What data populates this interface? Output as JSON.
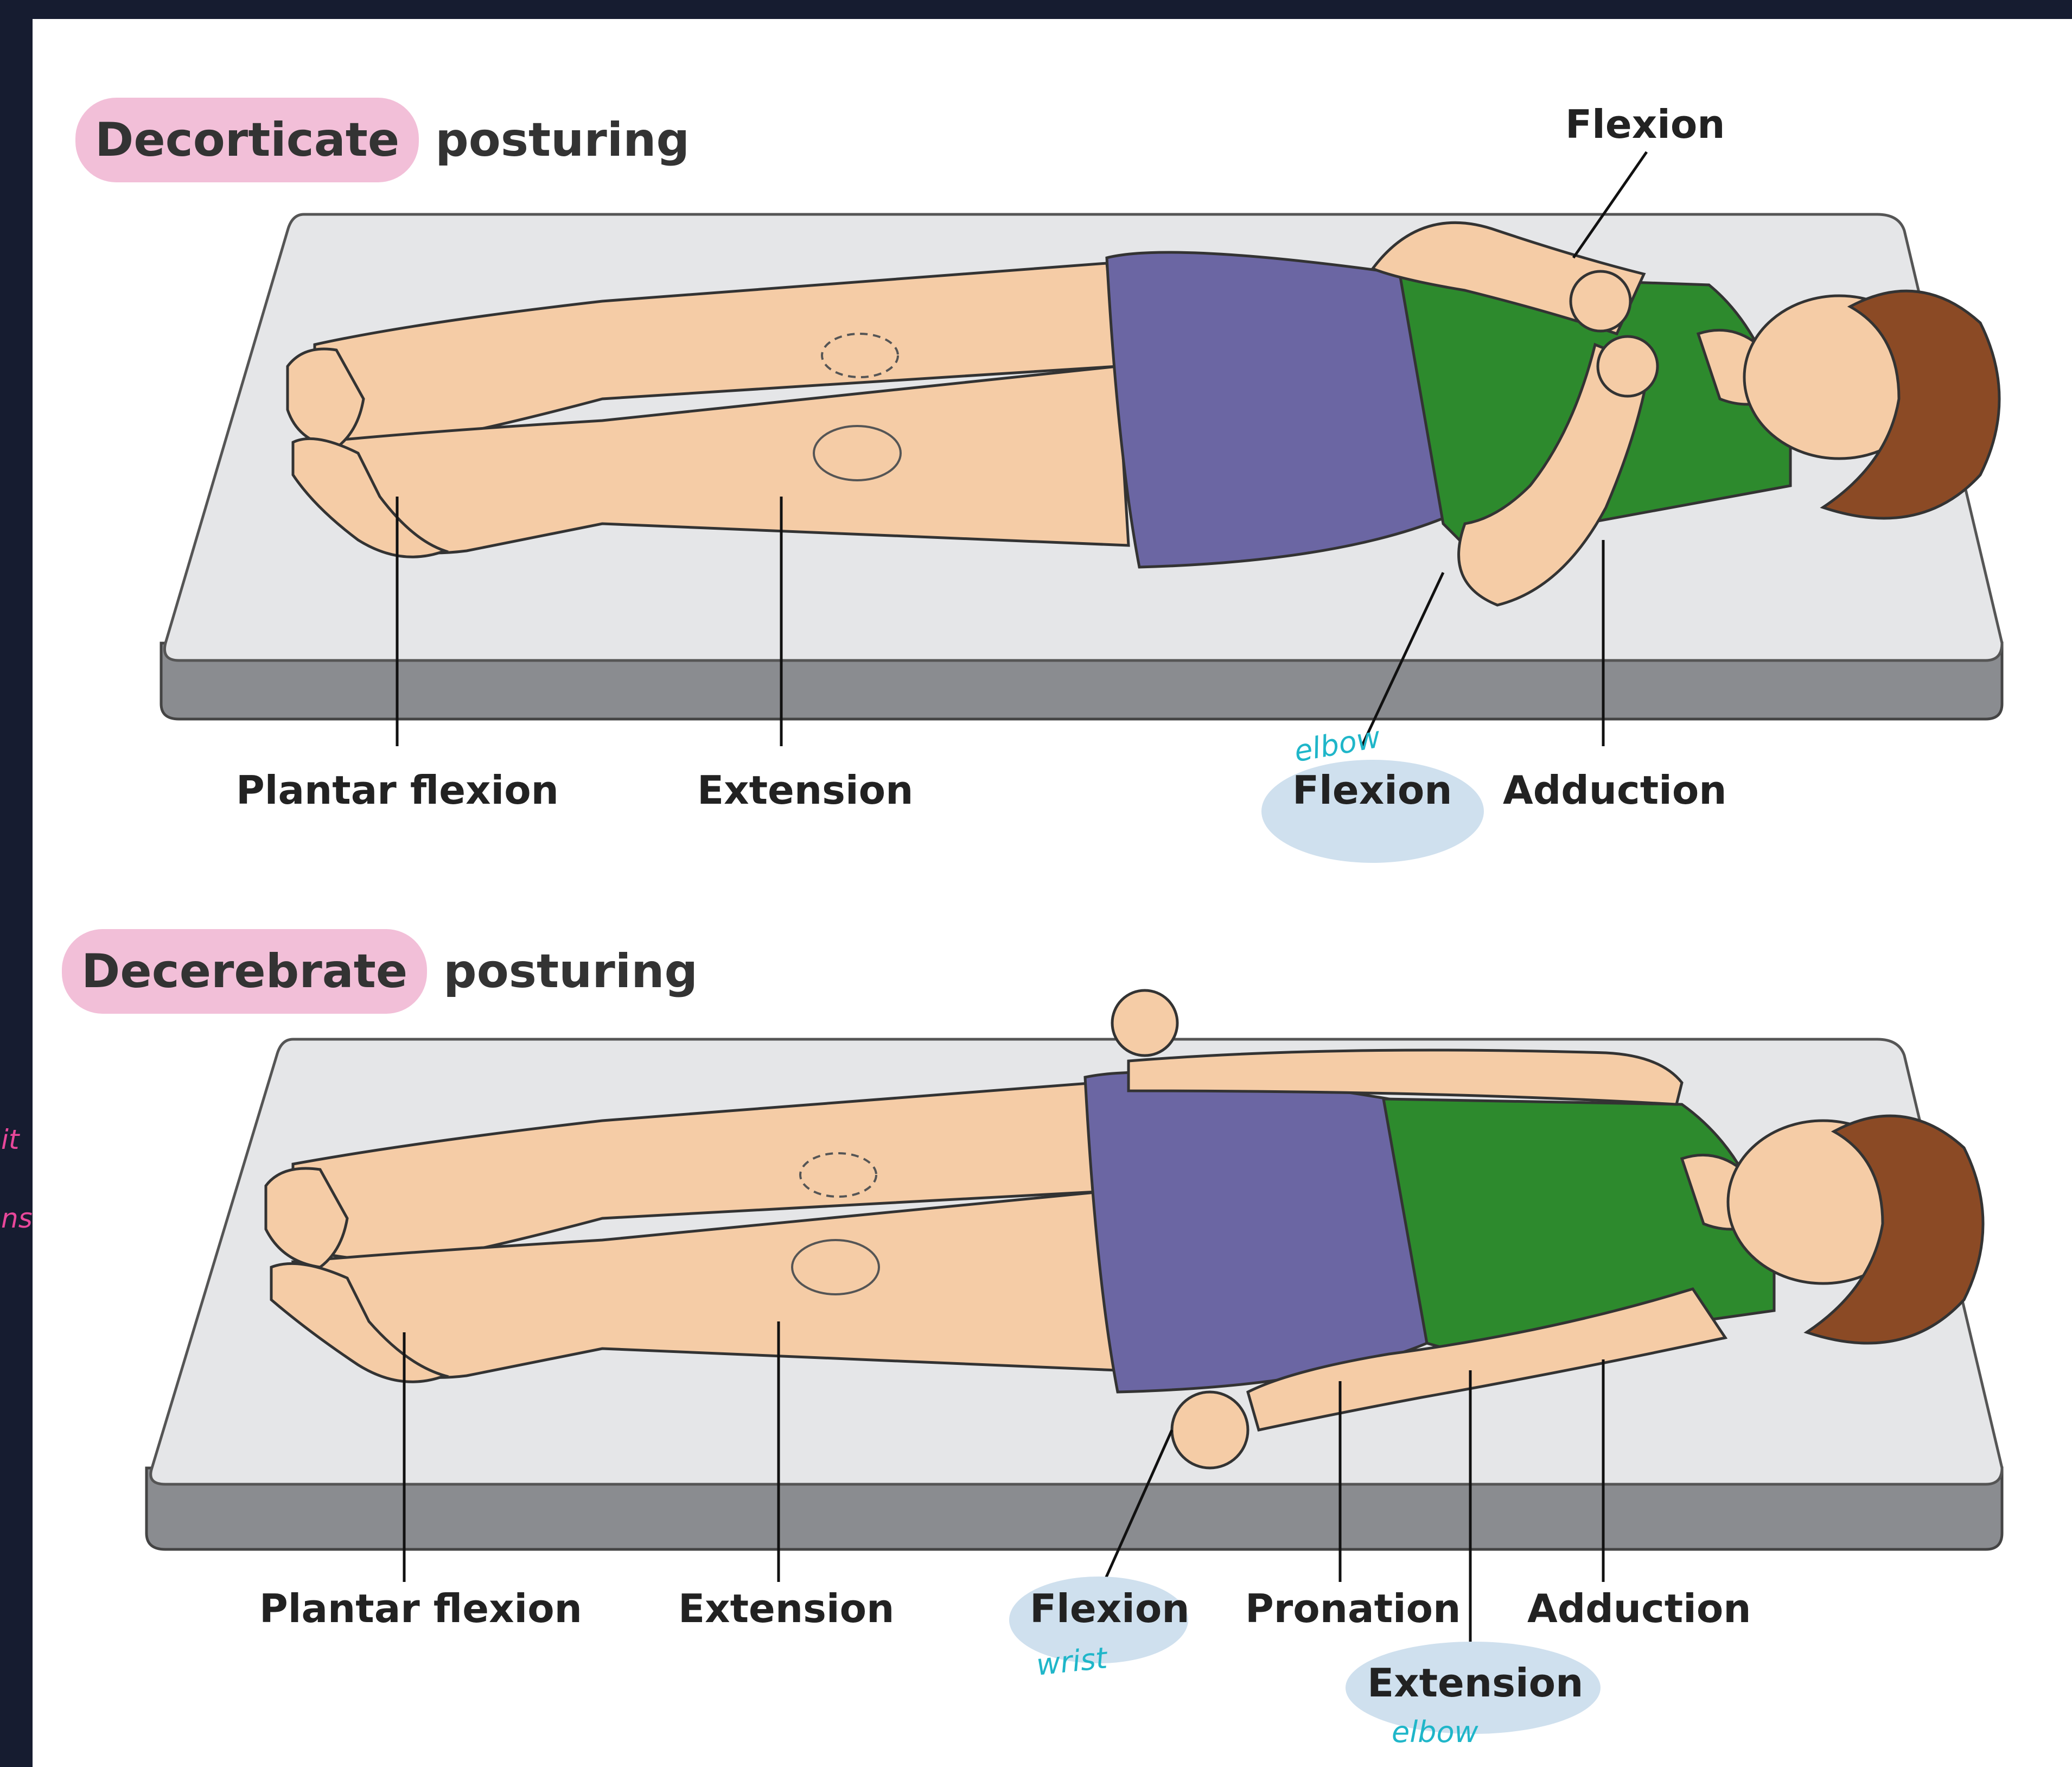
{
  "panel1": {
    "title_highlight": "Decorticate",
    "title_rest": "posturing",
    "labels": {
      "plantar_flexion": "Plantar flexion",
      "extension": "Extension",
      "elbow_flexion": "Flexion",
      "adduction": "Adduction",
      "top_flexion": "Flexion"
    },
    "handwritten_elbow": "elbow"
  },
  "panel2": {
    "title_highlight": "Decerebrate",
    "title_rest": "posturing",
    "labels": {
      "plantar_flexion": "Plantar flexion",
      "extension": "Extension",
      "wrist_flexion": "Flexion",
      "pronation": "Pronation",
      "adduction": "Adduction",
      "elbow_extension": "Extension"
    },
    "handwritten_wrist": "wrist",
    "handwritten_elbow": "elbow"
  },
  "margin_notes": [
    "it",
    "ns"
  ],
  "colors": {
    "frame": "#161c30",
    "mattress_top": "#e5e6e8",
    "mattress_side": "#8a8c90",
    "skin": "#f5cca6",
    "shorts": "#6b66a3",
    "shirt": "#2d8a2d",
    "hair": "#8b4a25",
    "pink_highlight": "#f2bfd8",
    "blue_highlight": "#cfe0ee",
    "pink_ink": "#e8479a",
    "blue_ink": "#1fb6c9"
  }
}
